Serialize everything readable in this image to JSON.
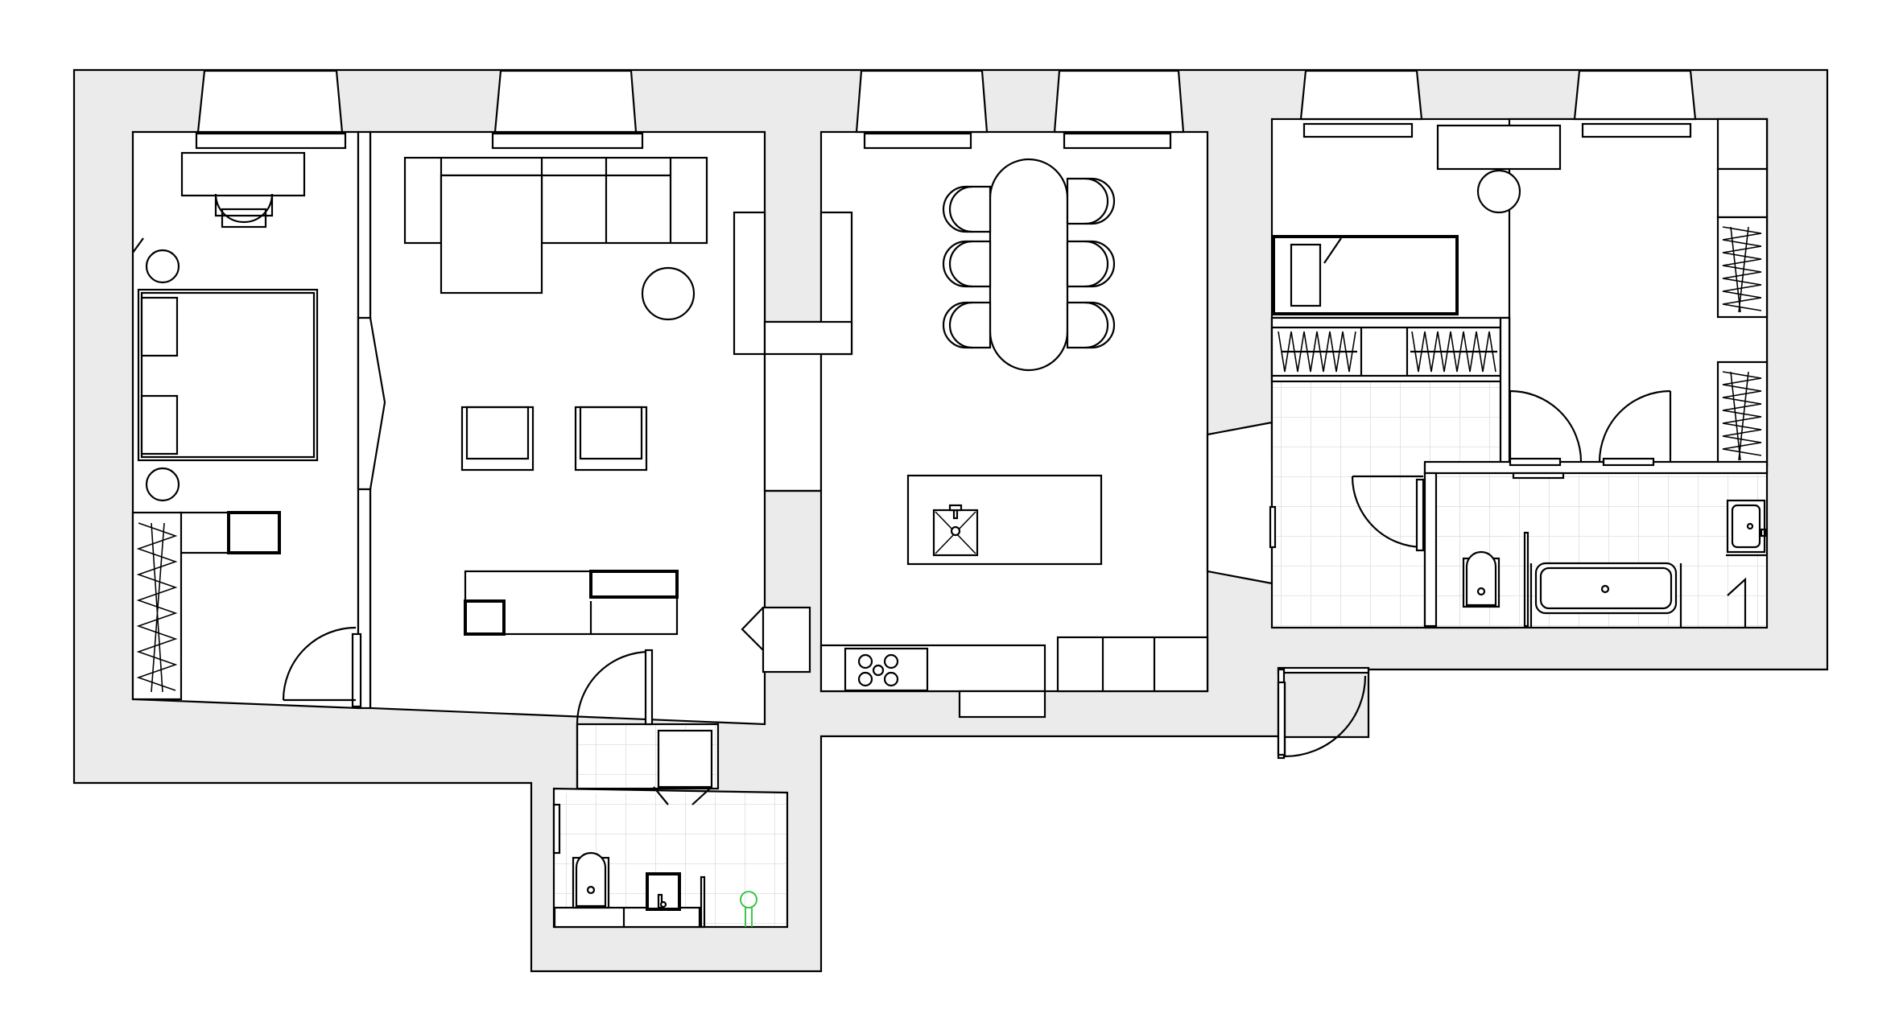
{
  "colors": {
    "wall_fill": "#ebebeb",
    "line": "#000000",
    "tile_grid": "#dedede",
    "plant": "#29c13a",
    "background": "#ffffff"
  },
  "diagram": {
    "type": "floor-plan",
    "rooms": [
      "bedroom",
      "living-room",
      "kitchen-dining",
      "second-bedroom",
      "bathroom",
      "walk-in-closet",
      "entrance-hall",
      "guest-wc"
    ],
    "labels": []
  }
}
